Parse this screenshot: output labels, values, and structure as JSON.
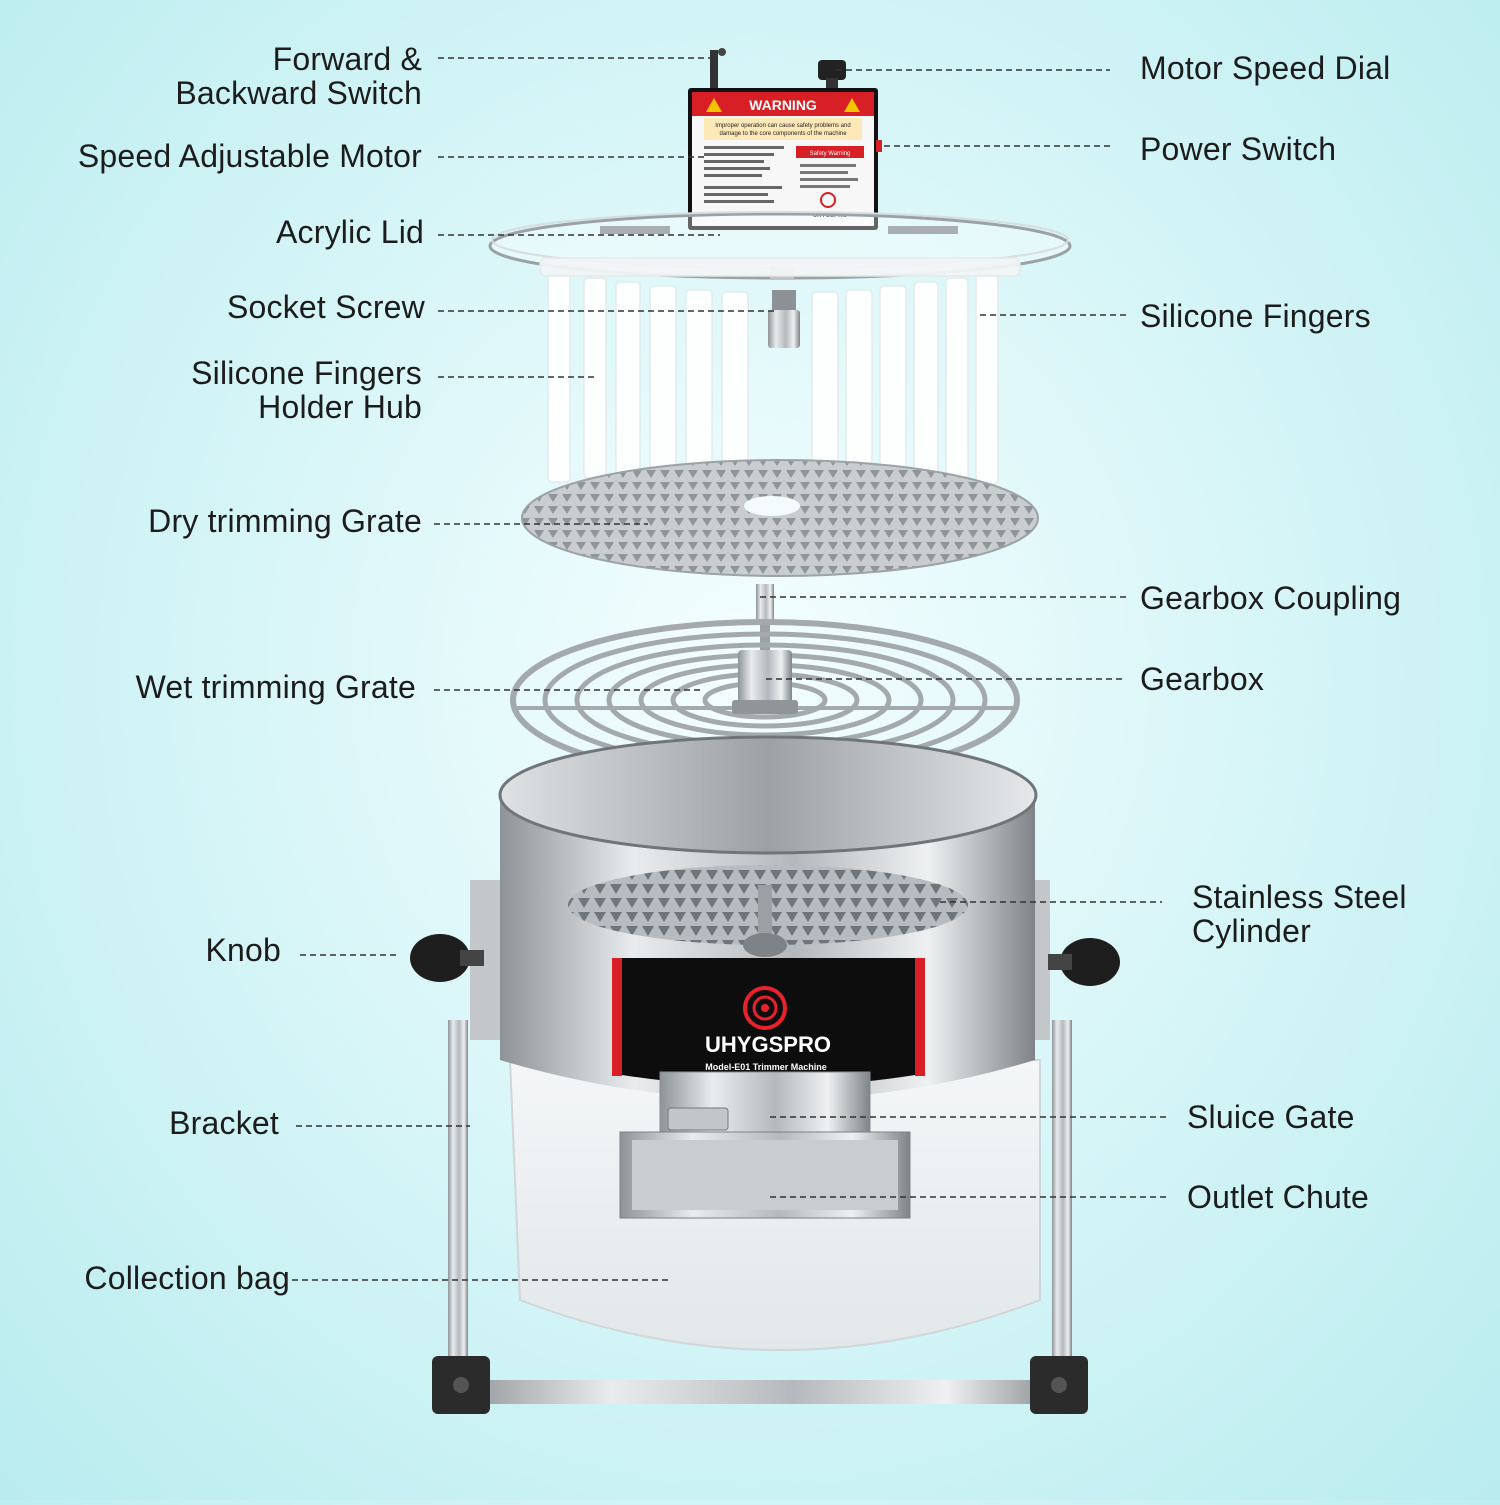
{
  "colors": {
    "background": "#c8f1f4",
    "steel": "#bfc3c7",
    "warning_red": "#d81f26",
    "warning_yellow": "#f5c400",
    "label_text": "#1c1c1c"
  },
  "machine": {
    "warning_title": "WARNING",
    "warning_text_1": "Improper operation can cause safety problems and",
    "warning_text_2": "damage to the core components of the machine",
    "safety_warning": "Safety Warning",
    "brand": "UHYGSPRO",
    "model": "Model-E01 Trimmer Machine",
    "logo_icon": "spiral-logo-icon"
  },
  "labels": {
    "forward_backward_1": "Forward &",
    "forward_backward_2": "Backward Switch",
    "speed_motor": "Speed Adjustable Motor",
    "acrylic_lid": "Acrylic Lid",
    "socket_screw": "Socket Screw",
    "fingers_hub_1": "Silicone Fingers",
    "fingers_hub_2": "Holder Hub",
    "dry_grate": "Dry trimming Grate",
    "wet_grate": "Wet trimming Grate",
    "knob": "Knob",
    "bracket": "Bracket",
    "collection_bag": "Collection bag",
    "motor_speed_dial": "Motor Speed Dial",
    "power_switch": "Power Switch",
    "silicone_fingers": "Silicone Fingers",
    "gearbox_coupling": "Gearbox Coupling",
    "gearbox": "Gearbox",
    "cylinder_1": "Stainless Steel",
    "cylinder_2": "Cylinder",
    "sluice_gate": "Sluice Gate",
    "outlet_chute": "Outlet Chute"
  }
}
